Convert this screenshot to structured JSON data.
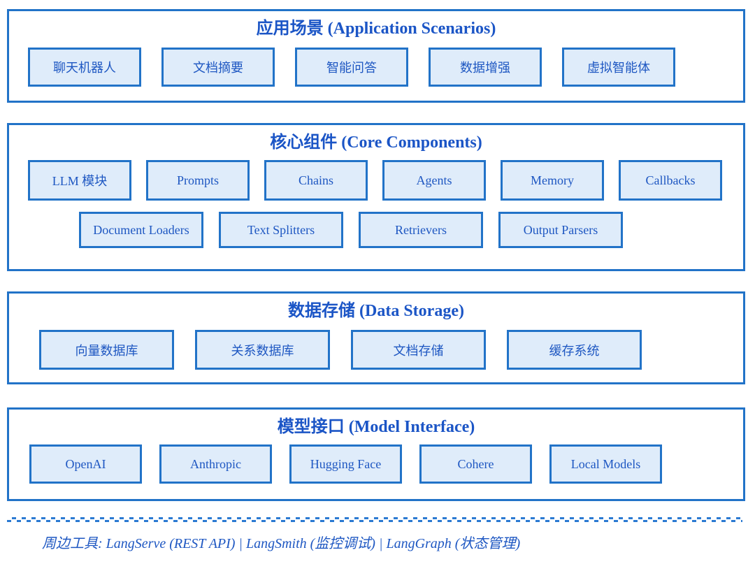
{
  "colors": {
    "panel_border": "#2273c8",
    "box_fill": "#dfecfa",
    "box_border": "#2273c8",
    "text_blue": "#1e57c2",
    "title_blue": "#1b55c6",
    "separator_dash": "#2b7ad2"
  },
  "sections": [
    {
      "title": "应用场景 (Application Scenarios)",
      "boxes": [
        "聊天机器人",
        "文档摘要",
        "智能问答",
        "数据增强",
        "虚拟智能体"
      ]
    },
    {
      "title": "核心组件 (Core Components)",
      "rows": [
        [
          "LLM 模块",
          "Prompts",
          "Chains",
          "Agents",
          "Memory",
          "Callbacks"
        ],
        [
          "Document Loaders",
          "Text Splitters",
          "Retrievers",
          "Output Parsers"
        ]
      ]
    },
    {
      "title": "数据存储 (Data Storage)",
      "boxes": [
        "向量数据库",
        "关系数据库",
        "文档存储",
        "缓存系统"
      ]
    },
    {
      "title": "模型接口 (Model Interface)",
      "boxes": [
        "OpenAI",
        "Anthropic",
        "Hugging Face",
        "Cohere",
        "Local Models"
      ]
    }
  ],
  "footer": {
    "text": "周边工具: LangServe (REST API) | LangSmith (监控调试) | LangGraph (状态管理)"
  }
}
